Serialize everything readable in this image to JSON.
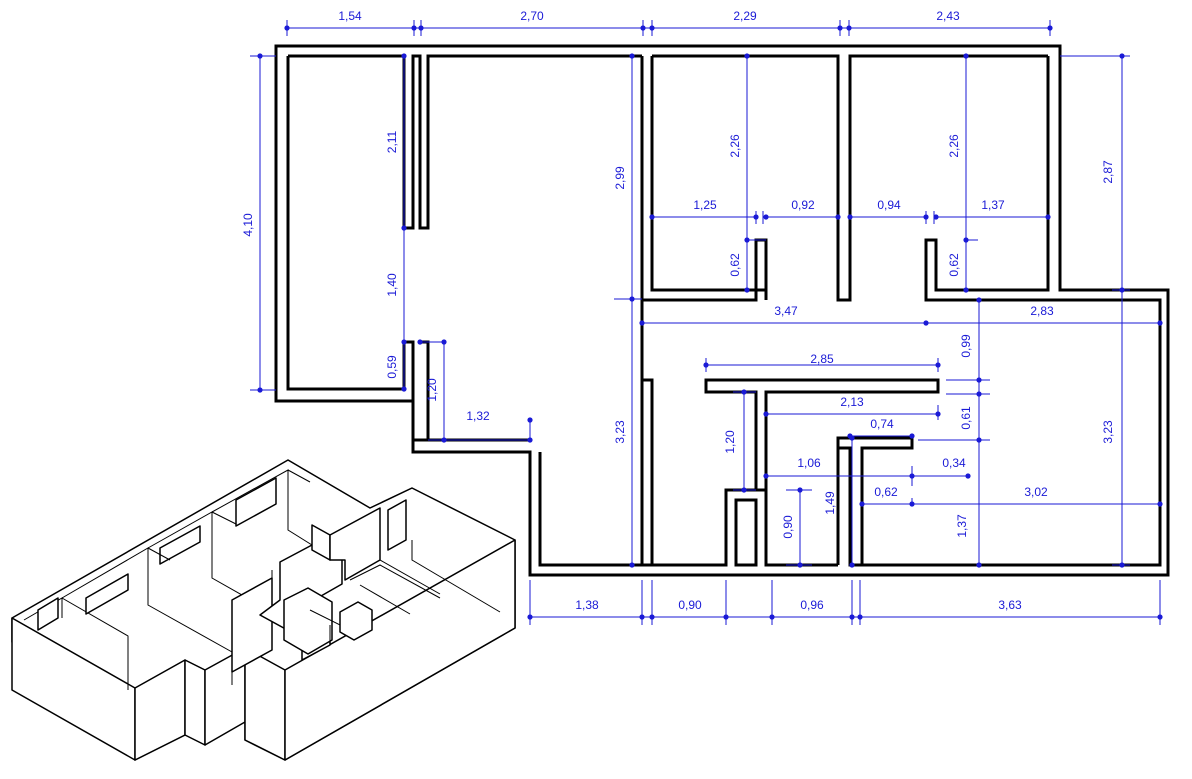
{
  "drawing": {
    "type": "floor-plan",
    "line_color": "#000000",
    "dimension_color": "#1a1ad6"
  },
  "dimensions": {
    "top": [
      "1,54",
      "2,70",
      "2,29",
      "2,43"
    ],
    "bottom": [
      "1,38",
      "0,90",
      "0,96",
      "3,63"
    ],
    "left_outer": "4,10",
    "left_inner": [
      "2,11",
      "1,40",
      "0,59"
    ],
    "room1": {
      "h": "2,26",
      "w_left": "1,25",
      "w_right": "0,92",
      "jamb": "0,62"
    },
    "room2": {
      "h": "2,26",
      "w_left": "0,94",
      "w_right": "1,37",
      "jamb": "0,62"
    },
    "right_outer": [
      "2,87",
      "3,23"
    ],
    "col_left": [
      "2,99",
      "3,23"
    ],
    "corridor": {
      "left": "3,47",
      "right": "2,83"
    },
    "entry": {
      "h": "1,20",
      "w": "1,32"
    },
    "inner": {
      "wall_top": "2,85",
      "a": "2,13",
      "b": "0,74",
      "c": "0,34",
      "d": "1,06",
      "e": "0,62",
      "f": "3,02",
      "g": "1,20",
      "h": "1,49",
      "i": "0,90",
      "j": "0,99",
      "k": "0,61",
      "l": "1,37"
    }
  }
}
